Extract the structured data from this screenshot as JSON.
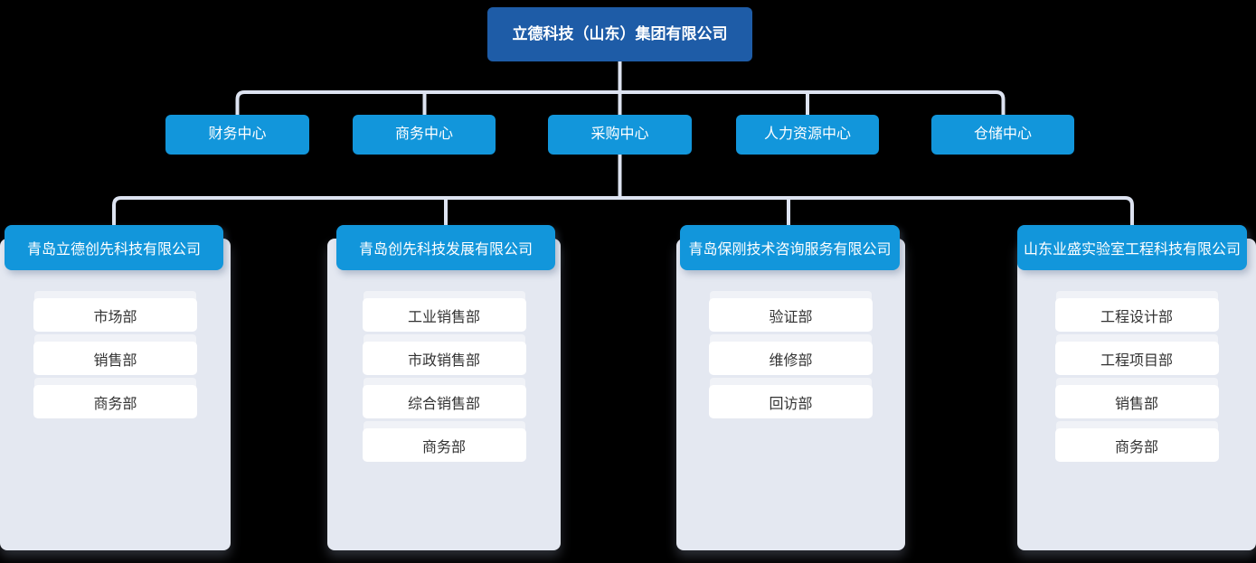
{
  "org": {
    "root": {
      "label": "立德科技（山东）集团有限公司"
    },
    "centers": [
      {
        "label": "财务中心"
      },
      {
        "label": "商务中心"
      },
      {
        "label": "采购中心"
      },
      {
        "label": "人力资源中心"
      },
      {
        "label": "仓储中心"
      }
    ],
    "subsidiaries": [
      {
        "name": "青岛立德创先科技有限公司",
        "departments": [
          "市场部",
          "销售部",
          "商务部"
        ]
      },
      {
        "name": "青岛创先科技发展有限公司",
        "departments": [
          "工业销售部",
          "市政销售部",
          "综合销售部",
          "商务部"
        ]
      },
      {
        "name": "青岛保刚技术咨询服务有限公司",
        "departments": [
          "验证部",
          "维修部",
          "回访部"
        ]
      },
      {
        "name": "山东业盛实验室工程科技有限公司",
        "departments": [
          "工程设计部",
          "工程项目部",
          "销售部",
          "商务部"
        ]
      }
    ],
    "colors": {
      "root_bg": "#1e5ca7",
      "node_bg": "#1296db",
      "panel_bg": "#e4e8f1",
      "connector": "#dde3f1",
      "dept_bg": "#ffffff",
      "dept_text": "#333333",
      "node_text": "#ffffff",
      "background": "#000000"
    }
  }
}
